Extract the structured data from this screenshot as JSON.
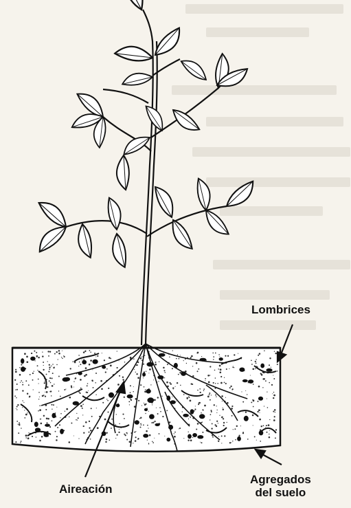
{
  "labels": {
    "earthworms": "Lombrices",
    "aeration": "Aireación",
    "soil_aggregates_line1": "Agregados",
    "soil_aggregates_line2": "del suelo"
  },
  "colors": {
    "ink": "#111111",
    "paper": "#f6f3ec",
    "ghost_text": "#d9d4cb"
  }
}
